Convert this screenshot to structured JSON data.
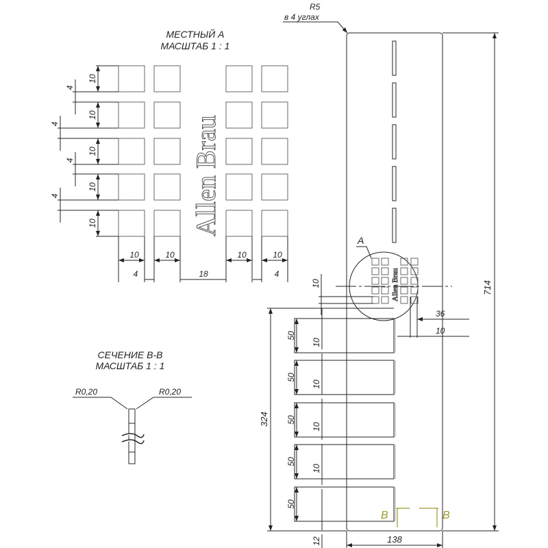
{
  "detail_view": {
    "title": "МЕСТНЫЙ А",
    "scale": "МАСШТАБ 1 : 1",
    "logo_text": "Allen Brau",
    "dims": {
      "square": "10",
      "gap": "4",
      "center_gap": "18"
    }
  },
  "section_view": {
    "title": "СЕЧЕНИЕ В-В",
    "scale": "МАСШТАБ 1 : 1",
    "radius_left": "R0,20",
    "radius_right": "R0,20"
  },
  "plate": {
    "corner_radius": "R5",
    "corner_note": "в 4 углах",
    "height": "714",
    "width": "138",
    "detail_label": "A",
    "grid_offset_v": "10",
    "grid_offset_right": "36",
    "slot_width": "10",
    "slots_span": "324",
    "slot_height": "50",
    "slot_gap": "10",
    "bottom_margin": "12",
    "section_label": "B"
  },
  "colors": {
    "line": "#222222",
    "section_marker": "#9a9a2a"
  }
}
